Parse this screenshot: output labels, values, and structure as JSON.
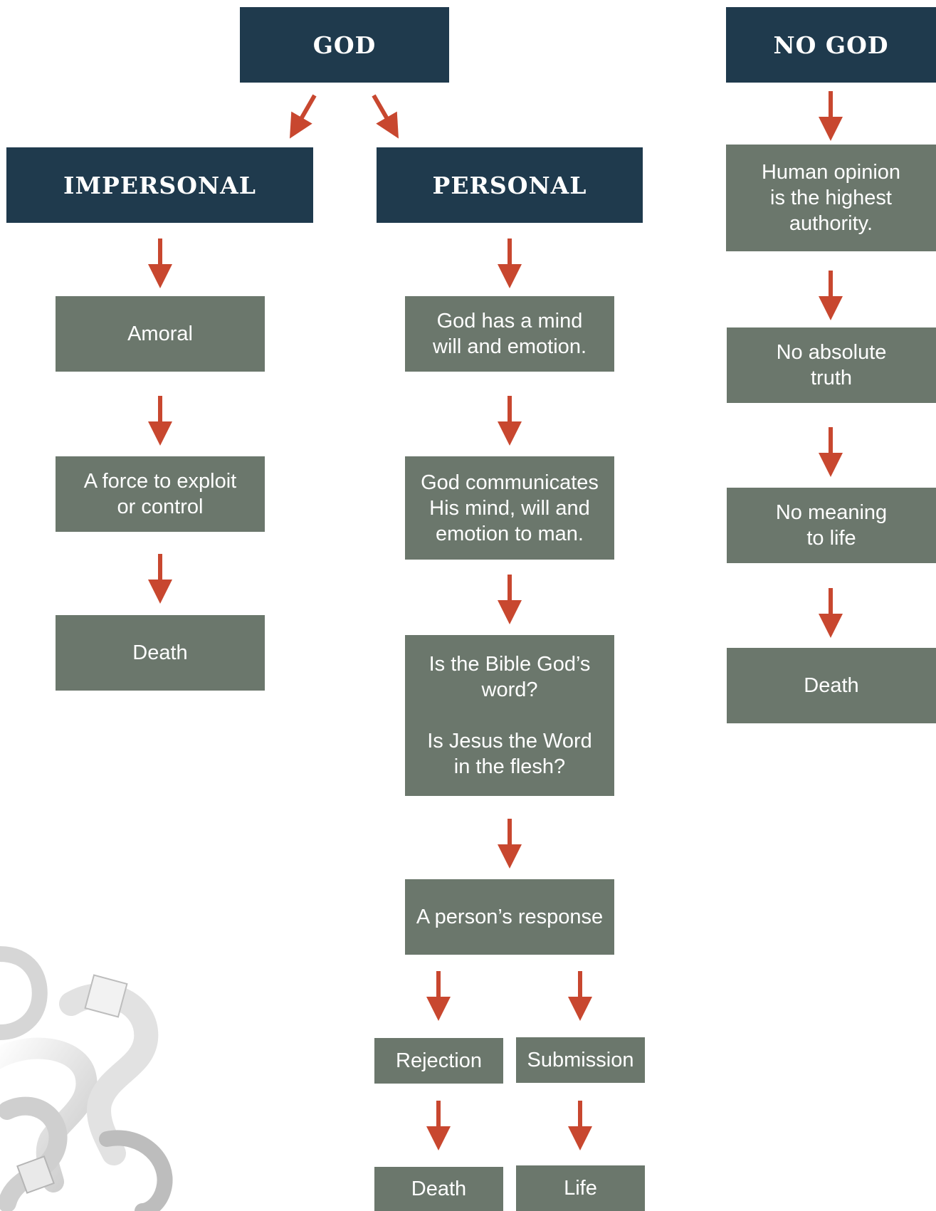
{
  "colors": {
    "header_box": "#1f3a4d",
    "step_box": "#6b776c",
    "arrow": "#c8472f",
    "text": "#ffffff"
  },
  "top": {
    "god": "GOD",
    "no_god": "NO GOD"
  },
  "branches": {
    "impersonal": {
      "title": "IMPERSONAL",
      "steps": [
        "Amoral",
        "A force to exploit\nor control",
        "Death"
      ]
    },
    "personal": {
      "title": "PERSONAL",
      "steps": [
        "God has a mind\nwill and emotion.",
        "God communicates\nHis mind, will and\nemotion to man.",
        "Is the Bible God’s\nword?\n\nIs Jesus the Word\nin the flesh?",
        "A person’s response"
      ],
      "outcomes": {
        "rejection": "Rejection",
        "rejection_result": "Death",
        "submission": "Submission",
        "submission_result": "Life"
      }
    },
    "no_god": {
      "steps": [
        "Human opinion\nis the highest\nauthority.",
        "No absolute\ntruth",
        "No meaning\nto life",
        "Death"
      ]
    }
  },
  "decoration": "question-marks-image"
}
